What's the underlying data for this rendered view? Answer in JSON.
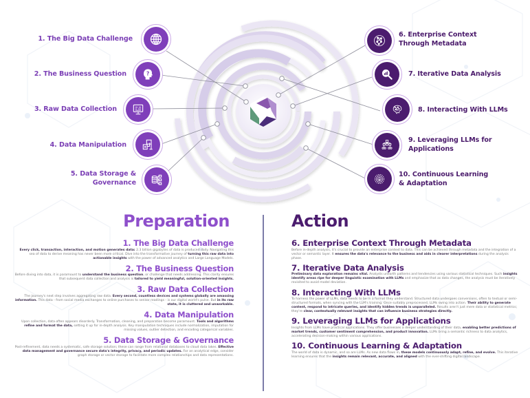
{
  "colors": {
    "prep_purple": "#8e4fcb",
    "action_purple": "#4b1c6e",
    "ring_light": "#e7e1f2",
    "ring_mid": "#d3cae8",
    "logo_purple": "#9b6bbd",
    "logo_green": "#5a9a78",
    "logo_dark": "#4b2d7a",
    "divider": "#7b7ba8"
  },
  "center_logo": {
    "icon": "hexagon-logo-icon"
  },
  "nodes_left": [
    {
      "label": "1. The Big Data Challenge",
      "icon": "globe-icon"
    },
    {
      "label": "2. The Business Question",
      "icon": "head-question-icon"
    },
    {
      "label": "3. Raw Data Collection",
      "icon": "monitor-binary-icon"
    },
    {
      "label": "4. Data Manipulation",
      "icon": "data-processing-icon"
    },
    {
      "label": "5. Data Storage & Governance",
      "label_line1": "5. Data Storage &",
      "label_line2": "Governance",
      "icon": "database-hierarchy-icon"
    }
  ],
  "nodes_right": [
    {
      "label": "6. Enterprise Context Through Metadata",
      "label_line1": "6. Enterprise Context",
      "label_line2": "Through Metadata",
      "icon": "network-graph-icon"
    },
    {
      "label": "7. Iterative Data Analysis",
      "icon": "magnifier-chart-icon"
    },
    {
      "label": "8. Interacting With LLMs",
      "icon": "brain-circuit-icon"
    },
    {
      "label": "9. Leveraging LLMs for Applications",
      "label_line1": "9. Leveraging LLMs for",
      "label_line2": "Applications",
      "icon": "org-chart-icon"
    },
    {
      "label": "10. Continuous Learning & Adaptation",
      "label_line1": "10. Continuous Learning",
      "label_line2": "& Adaptation",
      "icon": "learning-cycle-icon"
    }
  ],
  "preparation": {
    "title": "Preparation",
    "items": [
      {
        "heading": "1. The Big Data Challenge",
        "body": [
          {
            "b": "Every click, transaction, interaction, and motion generates data:"
          },
          {
            "t": " 2.3 billion gigabytes of data is produced daily. Navigating this sea of data to derive meaning has never been more critical. Dive into the transformative journey of "
          },
          {
            "b": "turning this raw data into actionable insights"
          },
          {
            "t": " with the power of advanced analytics and Large Language Models."
          }
        ]
      },
      {
        "heading": "2. The Business Question",
        "body": [
          {
            "t": "Before diving into data, it is paramount to "
          },
          {
            "b": "understand the business question"
          },
          {
            "t": ", or challenge that needs addressing. This clarity ensures that subsequent data collection and analysis is "
          },
          {
            "b": "tailored to yield meaningful, solution-oriented insights."
          }
        ]
      },
      {
        "heading": "3. Raw Data Collection",
        "body": [
          {
            "t": "The journey's next step involves aggregating raw data. "
          },
          {
            "b": "Every second, countless devices and systems globally are amassing information."
          },
          {
            "t": " This data - from social media exchanges to online purchases to sensor readings - is our digital world's pulse. But "
          },
          {
            "b": "in its raw state, it is cluttered and unworkable."
          }
        ]
      },
      {
        "heading": "4. Data Manipulation",
        "body": [
          {
            "t": "Upon collection, data often appears disorderly. Transformation, cleaning, and preparation become paramount. "
          },
          {
            "b": "Tools and algorithms refine and format the data,"
          },
          {
            "t": " setting it up for in-depth analysis. Key manipulation techniques include normalization, imputation for missing values, outlier detection, and encoding categorical variables."
          }
        ]
      },
      {
        "heading": "5. Data Storage & Governance",
        "body": [
          {
            "t": "Post-refinement, data needs a systematic, safe storage solution; these can range from relational databases to cloud data lakes. "
          },
          {
            "b": "Effective data management and governance secure data's integrity, privacy, and periodic updates."
          },
          {
            "t": " For an analytical edge, consider graph storage or vector storage to facilitate more complex relationships and data representations."
          }
        ]
      }
    ]
  },
  "action": {
    "title": "Action",
    "items": [
      {
        "heading": "6. Enterprise Context Through Metadata",
        "body": [
          {
            "t": "Before in-depth analysis, it's crucial to provide an enterprise context to data. This can be achieved through metadata and the integration of a vector or semantic layer. It "
          },
          {
            "b": "ensures the data's relevance to the business and aids in clearer interpretations"
          },
          {
            "t": " during the analysis phase."
          }
        ]
      },
      {
        "heading": "7. Iterative Data Analysis",
        "body": [
          {
            "b": "Preliminary data exploration remains vital."
          },
          {
            "t": " Analysts unearth patterns and tendencies using various statistical techniques. Such "
          },
          {
            "b": "insights identify areas ripe for deeper linguistic examination with LLMs"
          },
          {
            "t": " and emphasize that as data changes, the analysis must be iteratively revisited to avoid model deviation."
          }
        ]
      },
      {
        "heading": "8. Interacting With LLMs",
        "body": [
          {
            "t": "To harness the power of LLMs, data needs to be in a format they understand. Structured data undergoes conversions, often to textual or semi-structured formats, when syncing with the LLM's training. Once suitably preprocessed, LLMs swing into action. "
          },
          {
            "b": "Their ability to generate content, respond to intricate queries, and identify hidden trends is unparalleled."
          },
          {
            "t": " Results aren't just mere data or statistical metrics; they're "
          },
          {
            "b": "clear, contextually relevant insights that can influence business strategies directly."
          }
        ]
      },
      {
        "heading": "9. Leveraging LLMs for Applications",
        "body": [
          {
            "t": "Insights from LLMs have practical applications. They offer businesses a deeper understanding of their data, "
          },
          {
            "b": "enabling better predictions of market trends, customer sentiment comprehension, and product innovation."
          },
          {
            "t": " LLMs bring a semantic richness to data analytics, accelerating decision-making within various applications."
          }
        ]
      },
      {
        "heading": "10. Continuous Learning & Adaptation",
        "body": [
          {
            "t": "The world of data is dynamic, and so are LLMs. As new data flows in, "
          },
          {
            "b": "these models continuously adapt, refine, and evolve."
          },
          {
            "t": " This iterative learning ensures that the "
          },
          {
            "b": "insights remain relevant, accurate, and aligned"
          },
          {
            "t": " with the ever-shifting digital landscape."
          }
        ]
      }
    ]
  }
}
